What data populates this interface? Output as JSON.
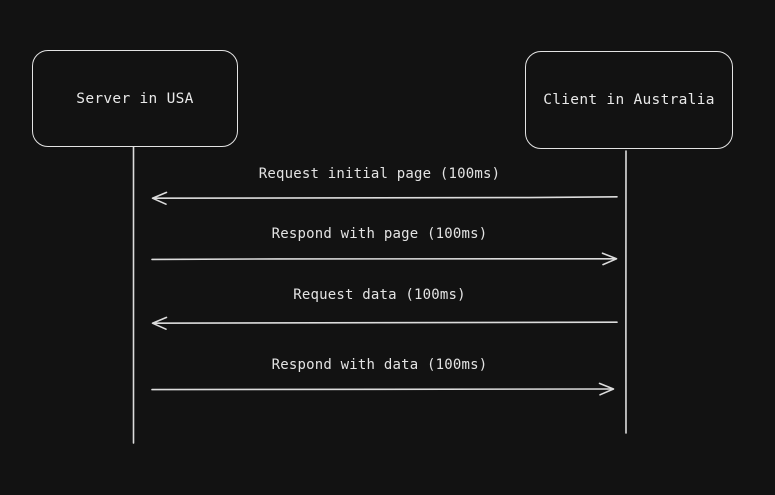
{
  "canvas": {
    "background_color": "#121212",
    "stroke_color": "#e3e3e3"
  },
  "diagram": {
    "type": "sequence",
    "actors": [
      {
        "id": "server",
        "label": "Server in USA"
      },
      {
        "id": "client",
        "label": "Client in Australia"
      }
    ],
    "messages": [
      {
        "label": "Request initial page (100ms)",
        "from": "client",
        "to": "server",
        "direction": "left"
      },
      {
        "label": "Respond with page (100ms)",
        "from": "server",
        "to": "client",
        "direction": "right"
      },
      {
        "label": "Request data (100ms)",
        "from": "client",
        "to": "server",
        "direction": "left"
      },
      {
        "label": "Respond with data (100ms)",
        "from": "server",
        "to": "client",
        "direction": "right"
      }
    ]
  }
}
